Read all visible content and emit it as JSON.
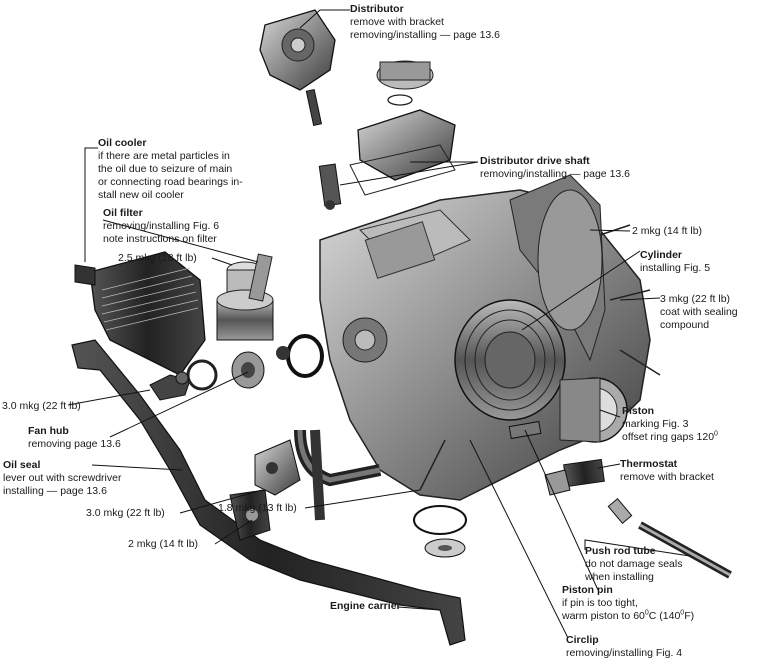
{
  "labels": {
    "distributor": {
      "title": "Distributor",
      "lines": [
        "remove with bracket",
        "removing/installing — page 13.6"
      ]
    },
    "drive_shaft": {
      "title": "Distributor drive shaft",
      "lines": [
        "removing/installing — page 13.6"
      ]
    },
    "oil_cooler": {
      "title": "Oil cooler",
      "lines": [
        "if there are metal particles in",
        "the oil due to seizure of main",
        "or connecting road bearings in-",
        "stall new oil cooler"
      ]
    },
    "oil_filter": {
      "title": "Oil filter",
      "lines": [
        "removing/installing Fig. 6",
        "note instructions on filter"
      ]
    },
    "torque_25": "2.5 mkg (18 ft lb)",
    "torque_2_top": "2 mkg (14 ft lb)",
    "cylinder": {
      "title": "Cylinder",
      "lines": [
        "installing Fig. 5"
      ]
    },
    "torque_3": {
      "title": "3 mkg (22 ft lb)",
      "lines": [
        "coat with sealing",
        "compound"
      ]
    },
    "torque_30_left": "3.0 mkg (22 ft lb)",
    "fan_hub": {
      "title": "Fan hub",
      "lines": [
        "removing page 13.6"
      ]
    },
    "piston": {
      "title": "Piston",
      "lines": [
        "marking Fig. 3",
        "offset ring gaps 120"
      ],
      "sup": "0"
    },
    "thermostat": {
      "title": "Thermostat",
      "lines": [
        "remove with bracket"
      ]
    },
    "oil_seal": {
      "title": "Oil seal",
      "lines": [
        "lever out with screwdriver",
        "installing — page 13.6"
      ]
    },
    "torque_30_mid": "3.0 mkg (22 ft lb)",
    "torque_18": "1.8 mkg (13 ft lb)",
    "torque_2_bottom": "2 mkg (14 ft lb)",
    "push_rod": {
      "title": "Push rod tube",
      "lines": [
        "do not damage seals",
        "when installing"
      ]
    },
    "engine_carrier": "Engine carrier",
    "piston_pin": {
      "title": "Piston pin",
      "lines": [
        "if pin is too tight,"
      ],
      "warm_pre": "warm piston to 60",
      "warm_mid": "C (140",
      "warm_post": "F)",
      "sup": "0"
    },
    "circlip": {
      "title": "Circlip",
      "lines": [
        "removing/installing Fig. 4"
      ]
    }
  }
}
